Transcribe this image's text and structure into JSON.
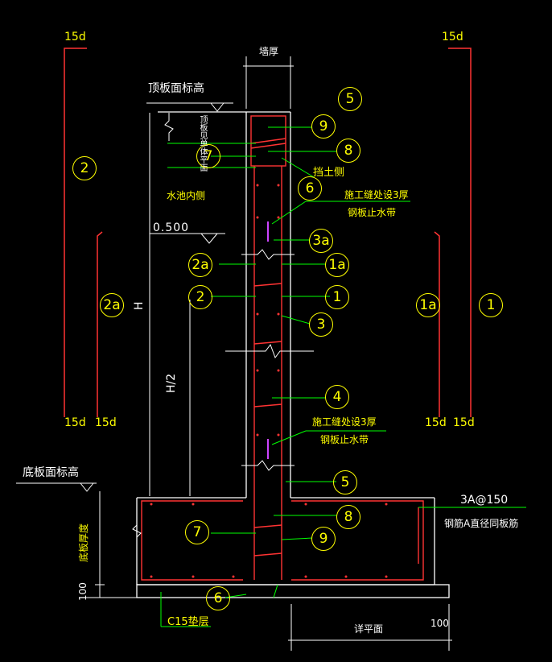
{
  "labels": {
    "fifteen_d": "15d",
    "wall_thickness": "墙厚",
    "top_slab_elevation": "顶板面标高",
    "soil_side": "挡土侧",
    "pool_inner_side": "水池内侧",
    "construction_joint_1": "施工缝处设3厚",
    "water_stop_1": "钢板止水带",
    "construction_joint_2": "施工缝处设3厚",
    "water_stop_2": "钢板止水带",
    "elevation_0500": "0.500",
    "height": "H",
    "half_height": "H/2",
    "top_slab_vertical": "顶板见单体平面",
    "bottom_slab_elevation": "底板面标高",
    "slab_thickness": "底板厚度",
    "dim_100_left": "100",
    "dim_100_right": "100",
    "rebar_spec": "3A@150",
    "rebar_note": "钢筋A直径同板筋",
    "c15_cushion": "C15垫层",
    "detail_plan": "详平面"
  },
  "bubbles": {
    "b1": "1",
    "b1a": "1a",
    "b2": "2",
    "b2a": "2a",
    "b3": "3",
    "b3a": "3a",
    "b4": "4",
    "b5": "5",
    "b6": "6",
    "b7": "7",
    "b8": "8",
    "b9": "9"
  },
  "colors": {
    "background": "#000000",
    "wall": "#ffffff",
    "rebar": "#ff3333",
    "leader": "#00ff00",
    "text": "#ffff00",
    "dim": "#ffffff",
    "accent": "#cc44ff"
  }
}
